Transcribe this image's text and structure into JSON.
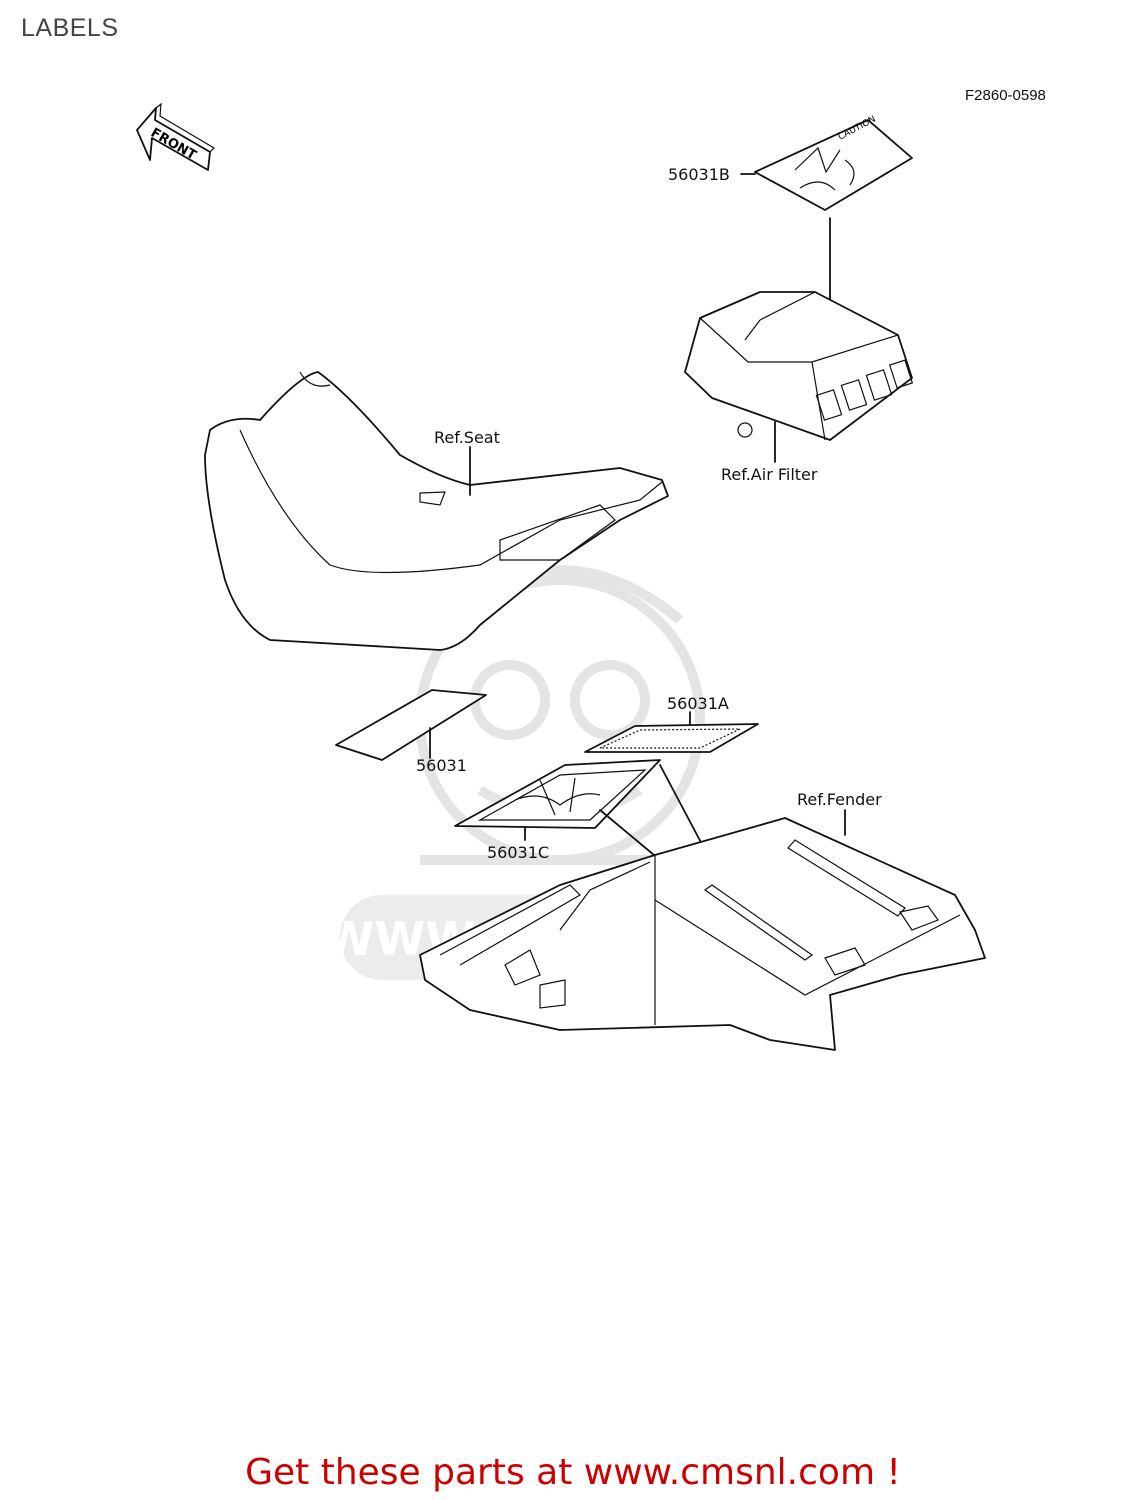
{
  "header": {
    "title": "LABELS",
    "diagram_code": "F2860-0598"
  },
  "direction_marker": {
    "text": "FRONT",
    "icon": "front-arrow-icon"
  },
  "callouts": [
    {
      "id": "label-56031B",
      "text": "56031B"
    },
    {
      "id": "ref-air-filter",
      "text": "Ref.Air Filter"
    },
    {
      "id": "ref-seat",
      "text": "Ref.Seat"
    },
    {
      "id": "label-56031A",
      "text": "56031A"
    },
    {
      "id": "label-56031",
      "text": "56031"
    },
    {
      "id": "ref-fender",
      "text": "Ref.Fender"
    },
    {
      "id": "label-56031C",
      "text": "56031C"
    }
  ],
  "watermark": {
    "logo": "cmsnl-mascot-logo",
    "text": "WWW.CMSNL.COM"
  },
  "footer": {
    "link_text": "Get these parts at www.cmsnl.com !",
    "color": "#cc0000"
  }
}
